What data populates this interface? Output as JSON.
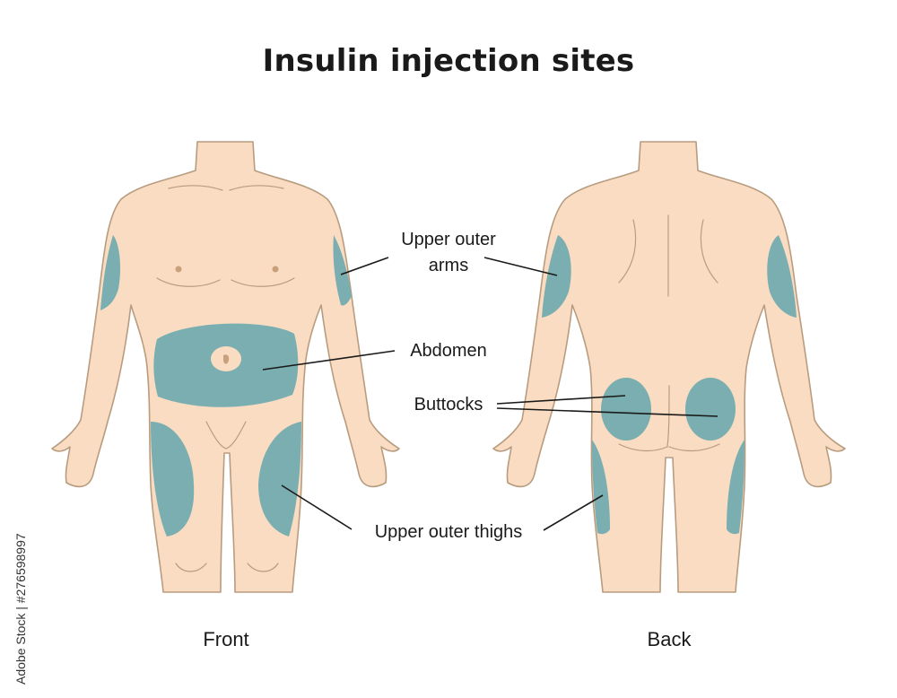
{
  "title": "Insulin injection sites",
  "labels": {
    "arms_line1": "Upper outer",
    "arms_line2": "arms",
    "abdomen": "Abdomen",
    "buttocks": "Buttocks",
    "thighs": "Upper outer thighs"
  },
  "views": {
    "front": "Front",
    "back": "Back"
  },
  "watermark": "Adobe Stock | #276598997",
  "colors": {
    "skin": "#f9dcc1",
    "outline": "#b89c80",
    "injection_site": "#7aaeb0",
    "text": "#1a1a1a"
  }
}
